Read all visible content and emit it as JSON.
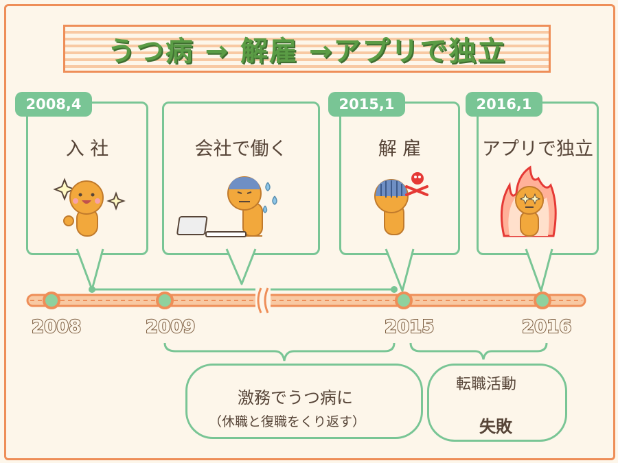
{
  "title": "うつ病 → 解雇 →アプリで独立",
  "events": [
    {
      "date": "2008,4",
      "label": "入 社"
    },
    {
      "date": "",
      "label": "会社で働く"
    },
    {
      "date": "2015,1",
      "label": "解 雇"
    },
    {
      "date": "2016,1",
      "label": "アプリで独立"
    }
  ],
  "years": [
    "2008",
    "2009",
    "2015",
    "2016"
  ],
  "notes": {
    "left_main": "激務でうつ病に",
    "left_sub": "（休職と復職をくり返す）",
    "right_top": "転職活動",
    "right_bottom": "失敗"
  },
  "colors": {
    "orange": "#ee8e58",
    "green": "#79c595",
    "title_green": "#5a9c45",
    "text": "#574538",
    "character": "#f2a83c"
  }
}
